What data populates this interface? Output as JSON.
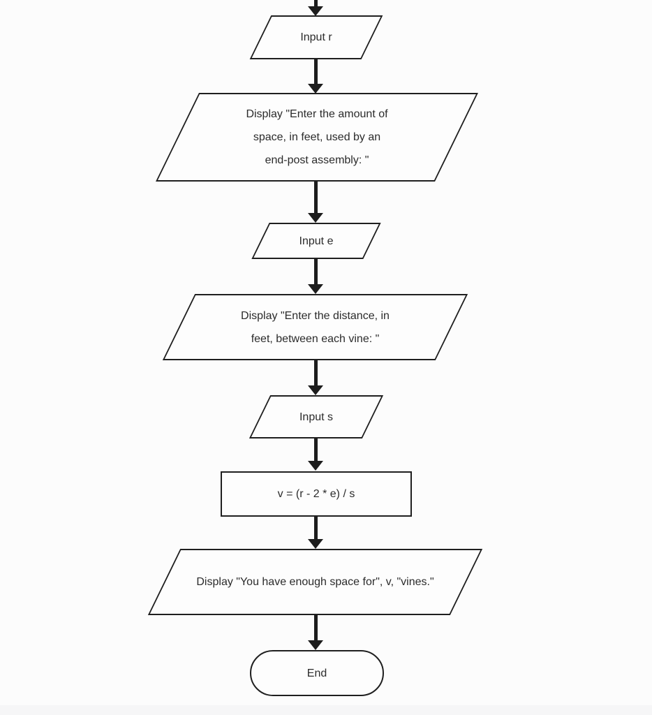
{
  "page": {
    "background": "#fcfcfc",
    "shape_fill": "#fdfdfd",
    "stroke_color": "#1f1f1f",
    "text_color": "#2b2b2b"
  },
  "flowchart": {
    "nodes": [
      {
        "id": "input-r",
        "type": "parallelogram",
        "lines": [
          "Input r"
        ]
      },
      {
        "id": "display-endpost-prompt",
        "type": "parallelogram",
        "lines": [
          "Display \"Enter the amount of",
          "space, in feet, used by an",
          "end-post assembly: \""
        ]
      },
      {
        "id": "input-e",
        "type": "parallelogram",
        "lines": [
          "Input e"
        ]
      },
      {
        "id": "display-vine-distance-prompt",
        "type": "parallelogram",
        "lines": [
          "Display \"Enter the distance, in",
          "feet, between each vine: \""
        ]
      },
      {
        "id": "input-s",
        "type": "parallelogram",
        "lines": [
          "Input s"
        ]
      },
      {
        "id": "compute-v",
        "type": "process-rectangle",
        "lines": [
          "v = (r - 2 * e) / s"
        ]
      },
      {
        "id": "display-result",
        "type": "parallelogram",
        "lines": [
          "Display \"You have enough space for\", v, \"vines.\""
        ]
      },
      {
        "id": "end",
        "type": "terminator",
        "lines": [
          "End"
        ]
      }
    ],
    "edges": [
      {
        "from": "offscreen-top",
        "to": "input-r"
      },
      {
        "from": "input-r",
        "to": "display-endpost-prompt"
      },
      {
        "from": "display-endpost-prompt",
        "to": "input-e"
      },
      {
        "from": "input-e",
        "to": "display-vine-distance-prompt"
      },
      {
        "from": "display-vine-distance-prompt",
        "to": "input-s"
      },
      {
        "from": "input-s",
        "to": "compute-v"
      },
      {
        "from": "compute-v",
        "to": "display-result"
      },
      {
        "from": "display-result",
        "to": "end"
      }
    ]
  }
}
